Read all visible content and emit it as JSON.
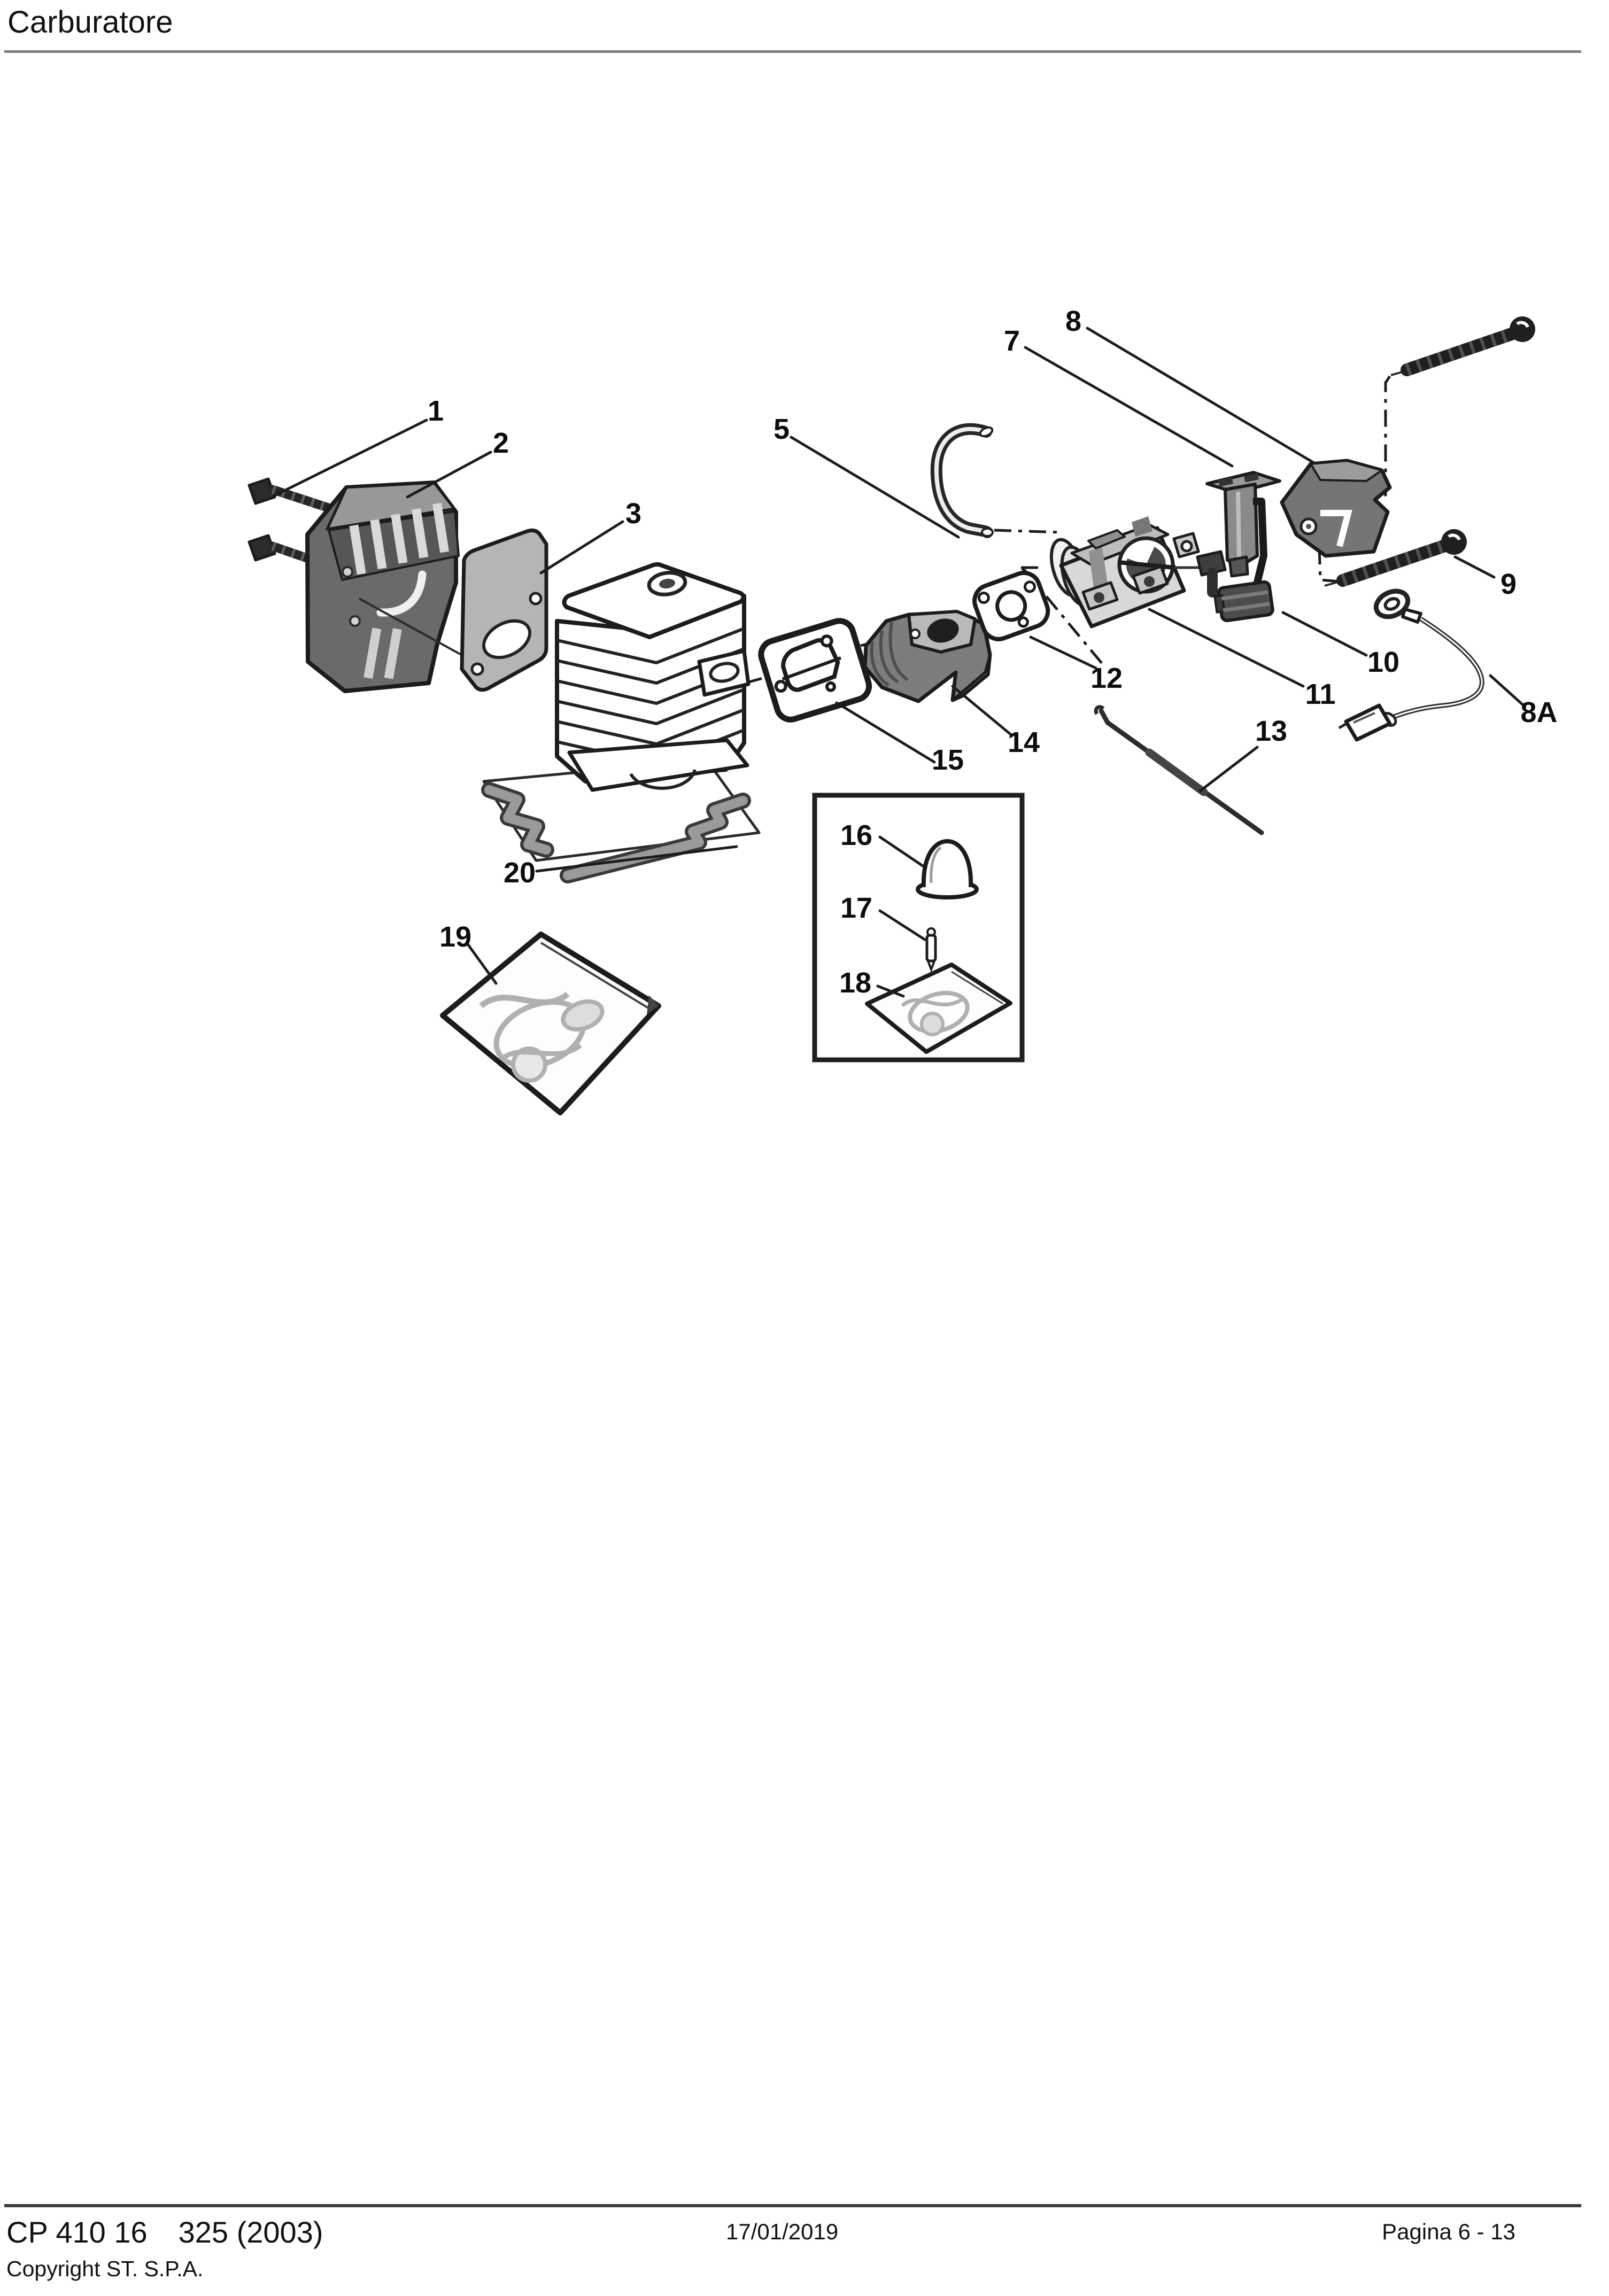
{
  "header": {
    "title": "Carburatore"
  },
  "footer": {
    "model": "CP 410 16",
    "variant": "325 (2003)",
    "date": "17/01/2019",
    "page": "Pagina 6 - 13",
    "copyright": "Copyright ST. S.P.A."
  },
  "diagram": {
    "callouts": [
      {
        "id": "1",
        "label": "1"
      },
      {
        "id": "2",
        "label": "2"
      },
      {
        "id": "3",
        "label": "3"
      },
      {
        "id": "5",
        "label": "5"
      },
      {
        "id": "7",
        "label": "7"
      },
      {
        "id": "8",
        "label": "8"
      },
      {
        "id": "8A",
        "label": "8A"
      },
      {
        "id": "9",
        "label": "9"
      },
      {
        "id": "10",
        "label": "10"
      },
      {
        "id": "11",
        "label": "11"
      },
      {
        "id": "12",
        "label": "12"
      },
      {
        "id": "13",
        "label": "13"
      },
      {
        "id": "14",
        "label": "14"
      },
      {
        "id": "15",
        "label": "15"
      },
      {
        "id": "16",
        "label": "16"
      },
      {
        "id": "17",
        "label": "17"
      },
      {
        "id": "18",
        "label": "18"
      },
      {
        "id": "19",
        "label": "19"
      },
      {
        "id": "20",
        "label": "20"
      }
    ],
    "colors": {
      "outline": "#1c1c1c",
      "dark_part": "#6a6a6a",
      "mid_part": "#7d7d7d",
      "light_part": "#d8d8d8",
      "gasket": "#b5b5b5",
      "paper": "#ffffff"
    }
  }
}
